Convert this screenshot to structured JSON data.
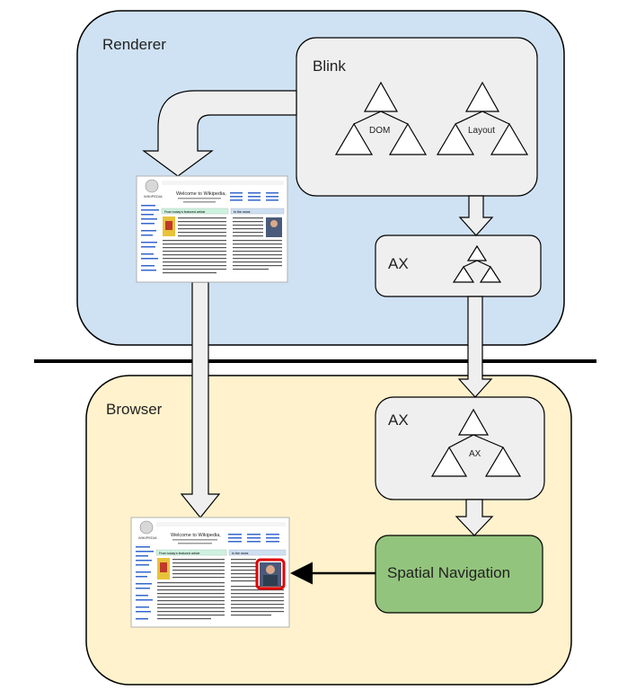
{
  "zones": {
    "renderer": {
      "label": "Renderer",
      "fill": "#cfe2f3"
    },
    "browser": {
      "label": "Browser",
      "fill": "#fff2cc"
    }
  },
  "boxes": {
    "blink": {
      "label": "Blink",
      "fill": "#efefef"
    },
    "ax_renderer": {
      "label": "AX",
      "fill": "#efefef"
    },
    "ax_browser": {
      "label": "AX",
      "fill": "#efefef"
    },
    "spatial_nav": {
      "label": "Spatial Navigation",
      "fill": "#93c47d"
    }
  },
  "trees": {
    "dom": {
      "label": "DOM"
    },
    "layout": {
      "label": "Layout"
    },
    "ax_browser_tree": {
      "label": "AX"
    }
  },
  "colors": {
    "stroke": "#000000",
    "arrow_fill": "#efefef",
    "highlight": "#e00000",
    "divider": "#000000"
  },
  "screenshots": {
    "top": {
      "logo_text": "WIKIPEDIA",
      "heading": "Welcome to Wikipedia,",
      "section_featured": "From today's featured article",
      "section_news": "In the news"
    },
    "bottom": {
      "logo_text": "WIKIPEDIA",
      "heading": "Welcome to Wikipedia,",
      "section_featured": "From today's featured article",
      "section_news": "In the news"
    }
  }
}
